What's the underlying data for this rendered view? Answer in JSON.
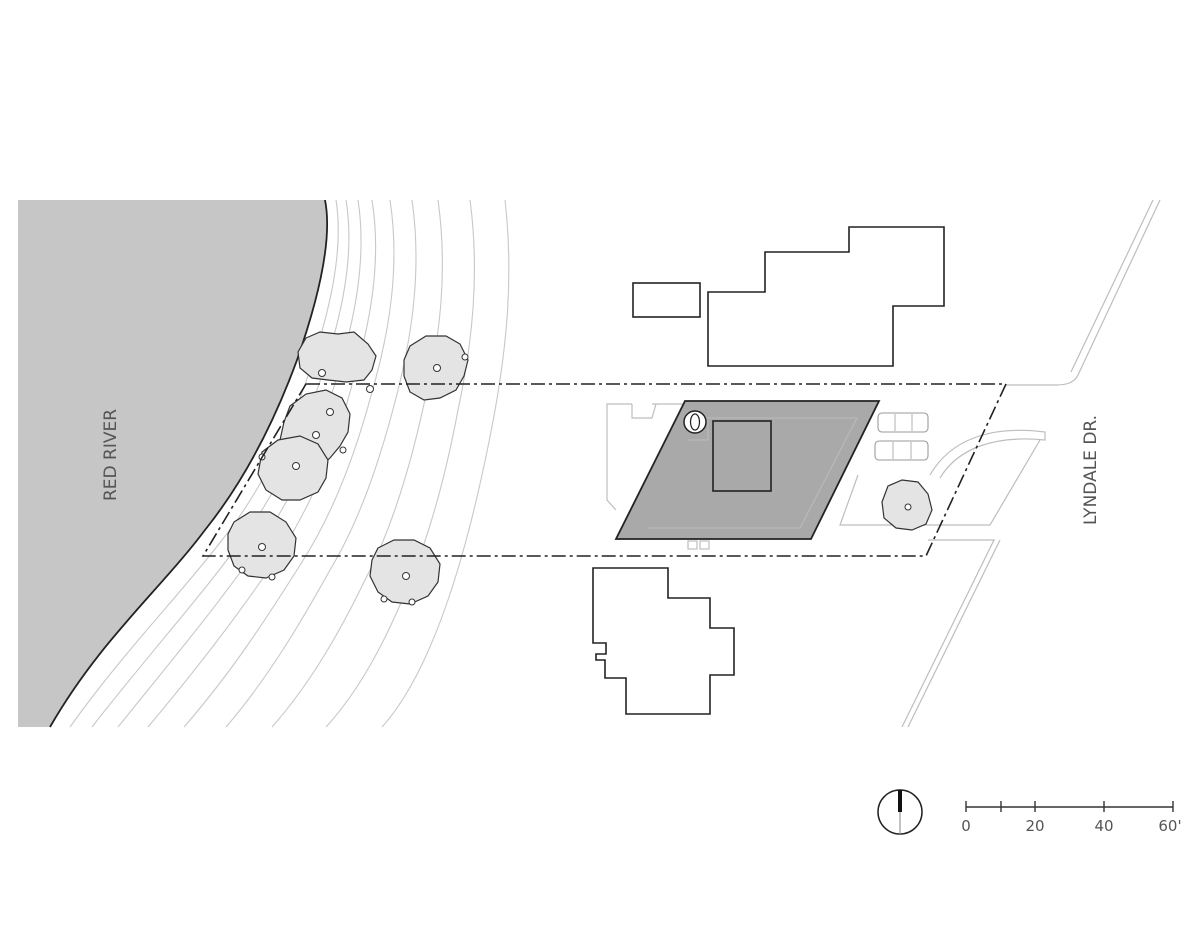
{
  "labels": {
    "river": "RED RIVER",
    "street": "LYNDALE DR."
  },
  "scale_bar": {
    "ticks": [
      "0",
      "20",
      "40",
      "60'"
    ],
    "unit": "feet"
  },
  "icons": {
    "north_arrow": "north-arrow-icon"
  },
  "colors": {
    "water": "#c6c6c6",
    "house_roof": "#a9a9a9",
    "tree_canopy": "#e4e4e4",
    "linework": "#222222"
  }
}
